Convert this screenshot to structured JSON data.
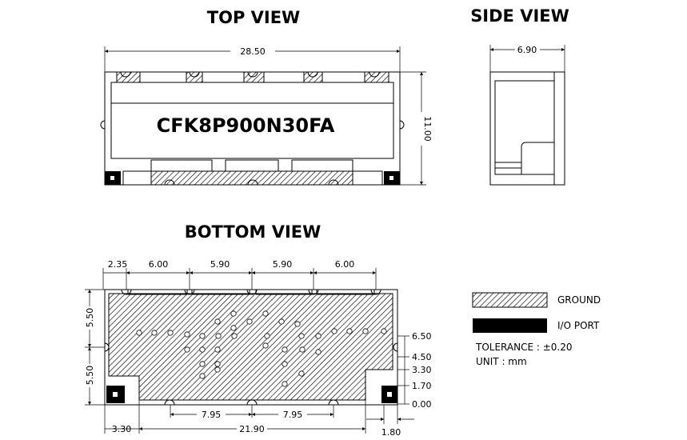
{
  "views": {
    "top_title": "TOP VIEW",
    "side_title": "SIDE VIEW",
    "bottom_title": "BOTTOM VIEW"
  },
  "top": {
    "part_number": "CFK8P900N30FA",
    "width": "28.50",
    "height": "11.00"
  },
  "side": {
    "depth": "6.90"
  },
  "bottom": {
    "top_dims": [
      "2.35",
      "6.00",
      "5.90",
      "5.90",
      "6.00"
    ],
    "left_dims": [
      "5.50",
      "5.50"
    ],
    "right_dims": [
      "6.50",
      "4.50",
      "3.30",
      "1.70",
      "0.00"
    ],
    "pitch_left": "7.95",
    "pitch_right": "7.95",
    "bottom_left": "3.30",
    "bottom_span": "21.90",
    "bottom_right": "1.80"
  },
  "legend": {
    "ground": "GROUND",
    "io": "I/O PORT",
    "tolerance": "TOLERANCE : ±0.20",
    "unit": "UNIT : mm"
  },
  "colors": {
    "line": "#000000",
    "background": "#ffffff"
  }
}
